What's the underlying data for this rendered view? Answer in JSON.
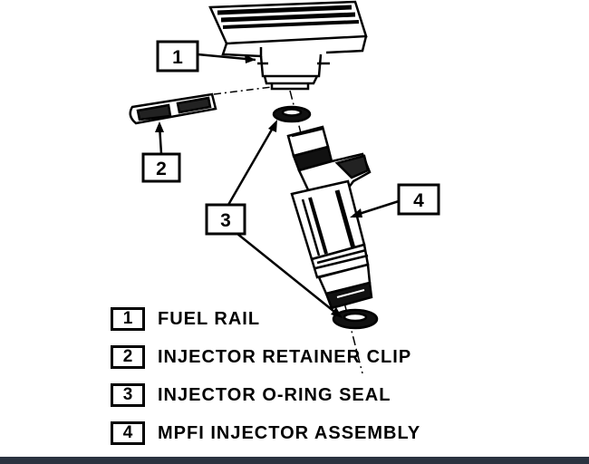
{
  "callouts": [
    {
      "number": "1"
    },
    {
      "number": "2"
    },
    {
      "number": "3"
    },
    {
      "number": "4"
    }
  ],
  "legend": [
    {
      "number": "1",
      "label": "FUEL RAIL"
    },
    {
      "number": "2",
      "label": "INJECTOR RETAINER CLIP"
    },
    {
      "number": "3",
      "label": "INJECTOR O-RING SEAL"
    },
    {
      "number": "4",
      "label": "MPFI INJECTOR ASSEMBLY"
    }
  ]
}
